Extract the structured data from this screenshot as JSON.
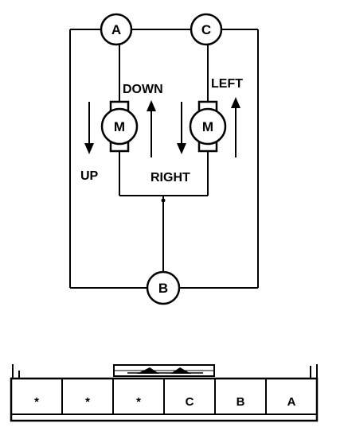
{
  "nodes": {
    "a": "A",
    "c": "C",
    "b": "B"
  },
  "motors": {
    "left": "M",
    "right": "M"
  },
  "directions": {
    "down": "DOWN",
    "left": "LEFT",
    "up": "UP",
    "right": "RIGHT"
  },
  "connector": {
    "cells": [
      "*",
      "*",
      "*",
      "C",
      "B",
      "A"
    ]
  }
}
